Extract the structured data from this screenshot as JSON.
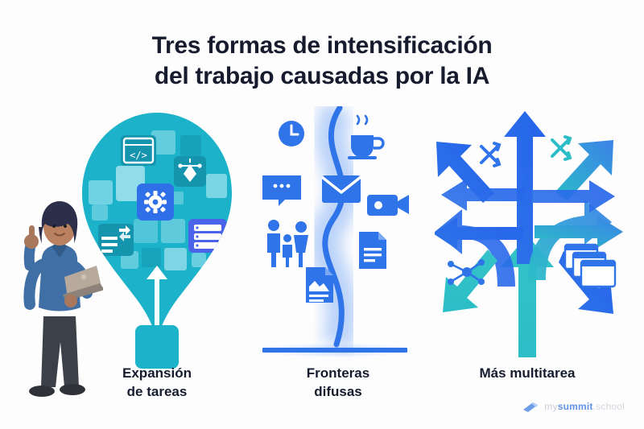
{
  "title": {
    "line1": "Tres formas de intensificación",
    "line2": "del trabajo causadas por la IA"
  },
  "columns": [
    {
      "id": "expansion",
      "caption_line1": "Expansión",
      "caption_line2": "de tareas",
      "illustration": "hot-air-balloon-with-app-tiles",
      "icons": [
        "code-window-icon",
        "pen-tool-icon",
        "gear-icon",
        "transfer-icon",
        "server-stack-icon"
      ],
      "accent": "#1cb2c9"
    },
    {
      "id": "fronteras",
      "caption_line1": "Fronteras",
      "caption_line2": "difusas",
      "illustration": "blurred-wavy-boundary-line",
      "icons": [
        "clock-icon",
        "coffee-cup-icon",
        "chat-mail-icon",
        "envelope-icon",
        "video-camera-icon",
        "family-icon",
        "document-image-icon",
        "document-text-icon"
      ],
      "accent": "#2f74e8"
    },
    {
      "id": "multitarea",
      "caption_line1": "Más multitarea",
      "caption_line2": "",
      "illustration": "branching-arrows-many-directions",
      "icons": [
        "shuffle-icon",
        "shuffle-icon",
        "network-node-icon",
        "window-stack-icon"
      ],
      "accent": "#2bb8c4"
    }
  ],
  "character": {
    "name": "woman-with-laptop-3d",
    "shirt_color": "#3f6fa5",
    "pants_color": "#3c4048",
    "hair_color": "#2b2f4a"
  },
  "watermark": {
    "icon": "telescope-icon",
    "prefix": "my",
    "brand": "summit",
    "suffix": ".school"
  },
  "theme": {
    "background": "#fdfdfd",
    "title_color": "#161b2e",
    "teal": "#1cb2c9",
    "blue": "#2f74e8",
    "deep_blue": "#2563eb"
  }
}
